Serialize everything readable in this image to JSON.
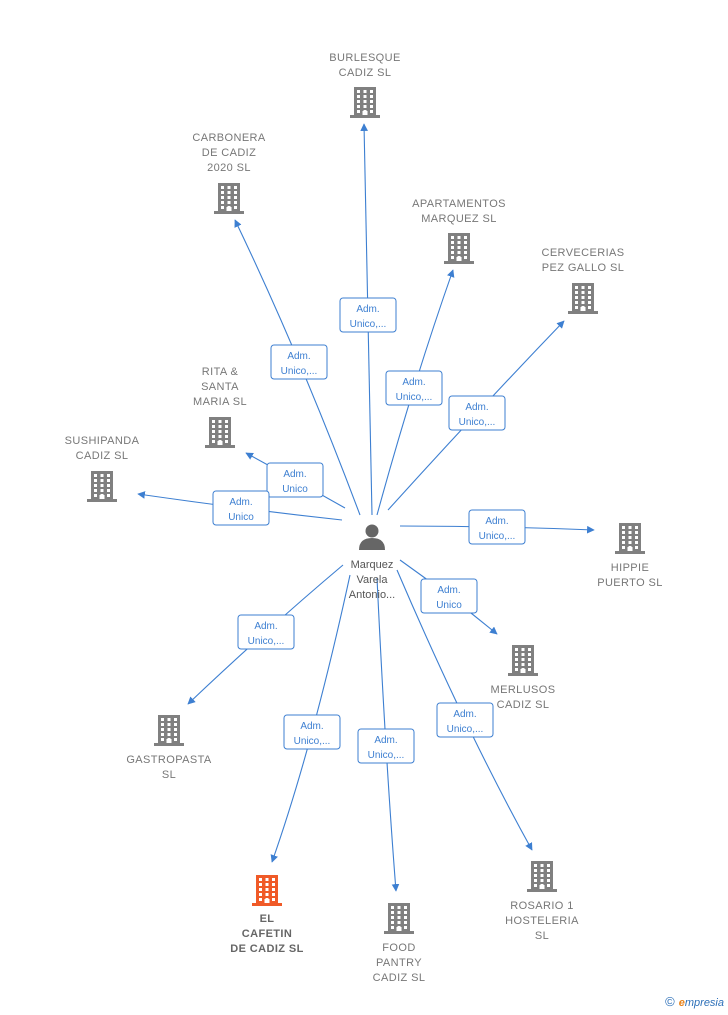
{
  "center": {
    "label": [
      "Marquez",
      "Varela",
      "Antonio..."
    ],
    "icon": "person-icon"
  },
  "companies": [
    {
      "id": "burlesque",
      "label": [
        "BURLESQUE",
        "CADIZ  SL"
      ],
      "icon": "building-icon",
      "color": "#808080"
    },
    {
      "id": "carbonera",
      "label": [
        "CARBONERA",
        "DE CADIZ",
        "2020  SL"
      ],
      "icon": "building-icon",
      "color": "#808080"
    },
    {
      "id": "apartamentos",
      "label": [
        "APARTAMENTOS",
        "MARQUEZ  SL"
      ],
      "icon": "building-icon",
      "color": "#808080"
    },
    {
      "id": "cervecerias",
      "label": [
        "CERVECERIAS",
        "PEZ GALLO  SL"
      ],
      "icon": "building-icon",
      "color": "#808080"
    },
    {
      "id": "rita",
      "label": [
        "RITA &",
        "SANTA",
        "MARIA  SL"
      ],
      "icon": "building-icon",
      "color": "#808080"
    },
    {
      "id": "sushipanda",
      "label": [
        "SUSHIPANDA",
        "CADIZ  SL"
      ],
      "icon": "building-icon",
      "color": "#808080"
    },
    {
      "id": "hippie",
      "label": [
        "HIPPIE",
        "PUERTO  SL"
      ],
      "icon": "building-icon",
      "color": "#808080"
    },
    {
      "id": "merlusos",
      "label": [
        "MERLUSOS",
        "CADIZ  SL"
      ],
      "icon": "building-icon",
      "color": "#808080"
    },
    {
      "id": "gastropasta",
      "label": [
        "GASTROPASTA",
        "SL"
      ],
      "icon": "building-icon",
      "color": "#808080"
    },
    {
      "id": "elcafetin",
      "label": [
        "EL",
        "CAFETIN",
        "DE CADIZ  SL"
      ],
      "icon": "building-icon",
      "color": "#f05a28",
      "highlight": true
    },
    {
      "id": "foodpantry",
      "label": [
        "FOOD",
        "PANTRY",
        "CADIZ  SL"
      ],
      "icon": "building-icon",
      "color": "#808080"
    },
    {
      "id": "rosario",
      "label": [
        "ROSARIO 1",
        "HOSTELERIA",
        "SL"
      ],
      "icon": "building-icon",
      "color": "#808080"
    }
  ],
  "edges": [
    {
      "to": "burlesque",
      "role": [
        "Adm.",
        "Unico,..."
      ]
    },
    {
      "to": "carbonera",
      "role": [
        "Adm.",
        "Unico,..."
      ]
    },
    {
      "to": "apartamentos",
      "role": [
        "Adm.",
        "Unico,..."
      ]
    },
    {
      "to": "cervecerias",
      "role": [
        "Adm.",
        "Unico,..."
      ]
    },
    {
      "to": "rita",
      "role": [
        "Adm.",
        "Unico"
      ]
    },
    {
      "to": "sushipanda",
      "role": [
        "Adm.",
        "Unico"
      ]
    },
    {
      "to": "hippie",
      "role": [
        "Adm.",
        "Unico,..."
      ]
    },
    {
      "to": "merlusos",
      "role": [
        "Adm.",
        "Unico"
      ]
    },
    {
      "to": "gastropasta",
      "role": [
        "Adm.",
        "Unico,..."
      ]
    },
    {
      "to": "elcafetin",
      "role": [
        "Adm.",
        "Unico,..."
      ]
    },
    {
      "to": "foodpantry",
      "role": [
        "Adm.",
        "Unico,..."
      ]
    },
    {
      "to": "rosario",
      "role": [
        "Adm.",
        "Unico,..."
      ]
    }
  ],
  "colors": {
    "edge": "#3d7fd1",
    "node": "#808080",
    "highlight": "#f05a28"
  },
  "footer": {
    "copyright": "©",
    "brand_initial": "e",
    "brand_rest": "mpresia"
  }
}
